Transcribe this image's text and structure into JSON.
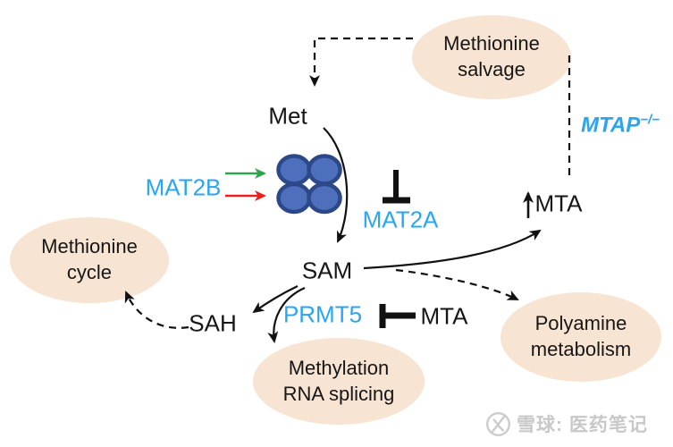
{
  "nodes": {
    "methionine_salvage": {
      "label": "Methionine\nsalvage"
    },
    "methionine_cycle": {
      "label": "Methionine\ncycle"
    },
    "methylation_rna_splicing": {
      "label": "Methylation\nRNA splicing"
    },
    "polyamine_metabolism": {
      "label": "Polyamine\nmetabolism"
    }
  },
  "metabolites": {
    "met": {
      "label": "Met"
    },
    "sam": {
      "label": "SAM"
    },
    "sah": {
      "label": "SAH"
    },
    "mta_elevated": {
      "label": "MTA",
      "trend_icon": "up-arrow"
    },
    "mta_inhibitor": {
      "label": "MTA"
    }
  },
  "enzymes": {
    "mat2b": {
      "label": "MAT2B"
    },
    "mat2a": {
      "label": "MAT2A"
    },
    "prmt5": {
      "label": "PRMT5"
    }
  },
  "genotype": {
    "mtap": {
      "label": "MTAP",
      "superscript": "−/−"
    }
  },
  "edges": [
    {
      "from": "Methionine salvage",
      "to": "Met",
      "style": "dashed",
      "type": "arrow"
    },
    {
      "from": "Methionine salvage",
      "to": "MTA",
      "style": "dashed",
      "type": "line"
    },
    {
      "from": "Met",
      "to": "SAM",
      "style": "solid",
      "type": "arrow",
      "enzyme": "MAT2A",
      "enzyme_state": "inhibited"
    },
    {
      "from": "MAT2B",
      "to": "MAT2 complex",
      "style": "solid",
      "type": "activation-and-inhibition arrows (green/red)"
    },
    {
      "from": "SAM",
      "to": "SAH",
      "style": "solid",
      "type": "arrow"
    },
    {
      "from": "SAM",
      "to": "Methylation RNA splicing",
      "style": "solid",
      "type": "arrow",
      "enzyme": "PRMT5"
    },
    {
      "from": "MTA",
      "to": "PRMT5",
      "style": "solid",
      "type": "inhibition-tack"
    },
    {
      "from": "SAH",
      "to": "Methionine cycle",
      "style": "dashed",
      "type": "arrow"
    },
    {
      "from": "SAM",
      "to": "MTA",
      "style": "solid",
      "type": "arrow"
    },
    {
      "from": "SAM",
      "to": "Polyamine metabolism",
      "style": "dashed",
      "type": "arrow"
    }
  ],
  "colors": {
    "node_fill": "#f8e4d2",
    "enzyme_blue": "#2aa5f4",
    "complex_fill": "#4e70bc",
    "complex_stroke": "#2c4888",
    "activation_green": "#2fa24c",
    "inhibition_red": "#e8201f",
    "line_black": "#111111",
    "watermark_gray": "#c8c8c8"
  },
  "watermark": {
    "label": "雪球: 医药笔记",
    "logo": "xueqiu-circle-k-logo"
  }
}
